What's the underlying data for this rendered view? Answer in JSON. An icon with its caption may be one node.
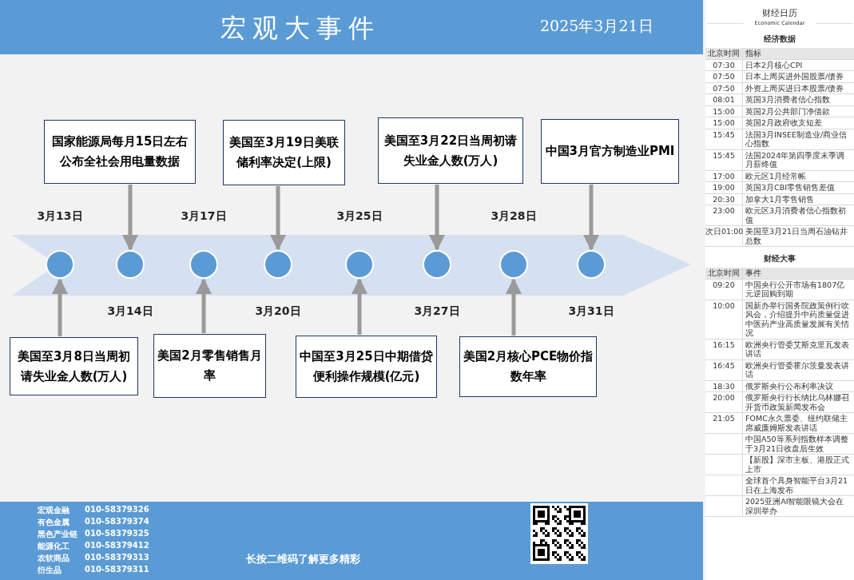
{
  "diagram": {
    "title": "宏观大事件",
    "nodes": [
      {
        "text": [
          "国家能源局每月15日左右公布全社会用电量数据"
        ]
      },
      {
        "text": [
          "美国至3月19日美联储利率决定(上限)"
        ]
      },
      {
        "text": [
          "美国至3月22日当周初请失业金人数(万人)"
        ]
      },
      {
        "text": [
          "中国3月官方制造业PMI"
        ]
      },
      {
        "text": [],
        "shape": "circle",
        "beside": [
          "3月13日"
        ]
      },
      {
        "text": [],
        "shape": "circle",
        "beside": [
          "3月14日"
        ]
      },
      {
        "text": [],
        "shape": "circle",
        "beside": [
          "3月17日"
        ]
      },
      {
        "text": [],
        "shape": "circle",
        "beside": [
          "3月20日"
        ]
      },
      {
        "text": [],
        "shape": "circle",
        "beside": [
          "3月25日"
        ]
      },
      {
        "text": [],
        "shape": "circle",
        "beside": [
          "3月27日"
        ]
      },
      {
        "text": [],
        "shape": "circle",
        "beside": [
          "3月28日"
        ]
      },
      {
        "text": [],
        "shape": "circle",
        "beside": [
          "3月31日"
        ]
      },
      {
        "text": [
          "美国至3月8日当周初请失业金人数(万人)"
        ]
      },
      {
        "text": [
          "美国2月零售销售月率"
        ]
      },
      {
        "text": [
          "中国至3月25日中期借贷便利操作规模(亿元)"
        ]
      },
      {
        "text": [
          "美国2月核心PCE物价指数年率"
        ]
      }
    ],
    "edges": [
      {
        "from": 0,
        "to": 5,
        "arrow": "to"
      },
      {
        "from": 1,
        "to": 7,
        "arrow": "to"
      },
      {
        "from": 2,
        "to": 9,
        "arrow": "to"
      },
      {
        "from": 3,
        "to": 11,
        "arrow": "to"
      },
      {
        "from": 12,
        "to": 4,
        "arrow": "to"
      },
      {
        "from": 13,
        "to": 6,
        "arrow": "to"
      },
      {
        "from": 14,
        "to": 8,
        "arrow": "to"
      },
      {
        "from": 15,
        "to": 10,
        "arrow": "to"
      }
    ],
    "labels": [
      "2025年3月21日",
      "财经日历",
      "Economic Calendar",
      "经济数据",
      "北京时间",
      "指标",
      "07:30",
      "日本2月核心CPI",
      "07:50",
      "日本上周买进外国股票/债券",
      "07:50",
      "外资上周买进日本股票/债券",
      "08:01",
      "英国3月消费者信心指数",
      "15:00",
      "英国2月公共部门净借款",
      "15:00",
      "英国2月政府收支短差",
      "15:45",
      "法国3月INSEE制造业/商业信心指数",
      "15:45",
      "法国2024年第四季度末季调月薪终值",
      "17:00",
      "欧元区1月经常帐",
      "19:00",
      "英国3月CBI零售销售差值",
      "20:30",
      "加拿大1月零售销售",
      "23:00",
      "欧元区3月消费者信心指数初值",
      "次日01:00",
      "美国至3月21日当周石油钻井总数",
      "财经大事",
      "北京时间",
      "事件",
      "09:20",
      "中国央行公开市场有1807亿元逆回购到期",
      "10:00",
      "国新办举行国务院政策例行吹风会，介绍提升中药质量促进中医药产业高质量发展有关情况",
      "16:15",
      "欧洲央行管委艾斯克里瓦发表讲话",
      "16:45",
      "欧洲央行管委霍尔茨曼发表讲话",
      "18:30",
      "俄罗斯央行公布利率决议",
      "20:00",
      "俄罗斯央行行长纳比乌林娜召开货币政策新闻发布会",
      "21:05",
      "FOMC永久票委、纽约联储主席威廉姆斯发表讲话",
      "中国A50等系列指数样本调整于3月21日收盘后生效",
      "【新股】深市主板、港股正式上市",
      "全球首个具身智能平台3月21日在上海发布",
      "2025亚洲AI智能眼镜大会在深圳举办",
      "宏观金融",
      "010-58379326",
      "有色金属",
      "010-58379374",
      "黑色产业链",
      "010-58379325",
      "能源化工",
      "010-58379412",
      "农软商品",
      "010-58379313",
      "衍生品",
      "010-58379311",
      "长按二维码了解更多精彩"
    ]
  }
}
